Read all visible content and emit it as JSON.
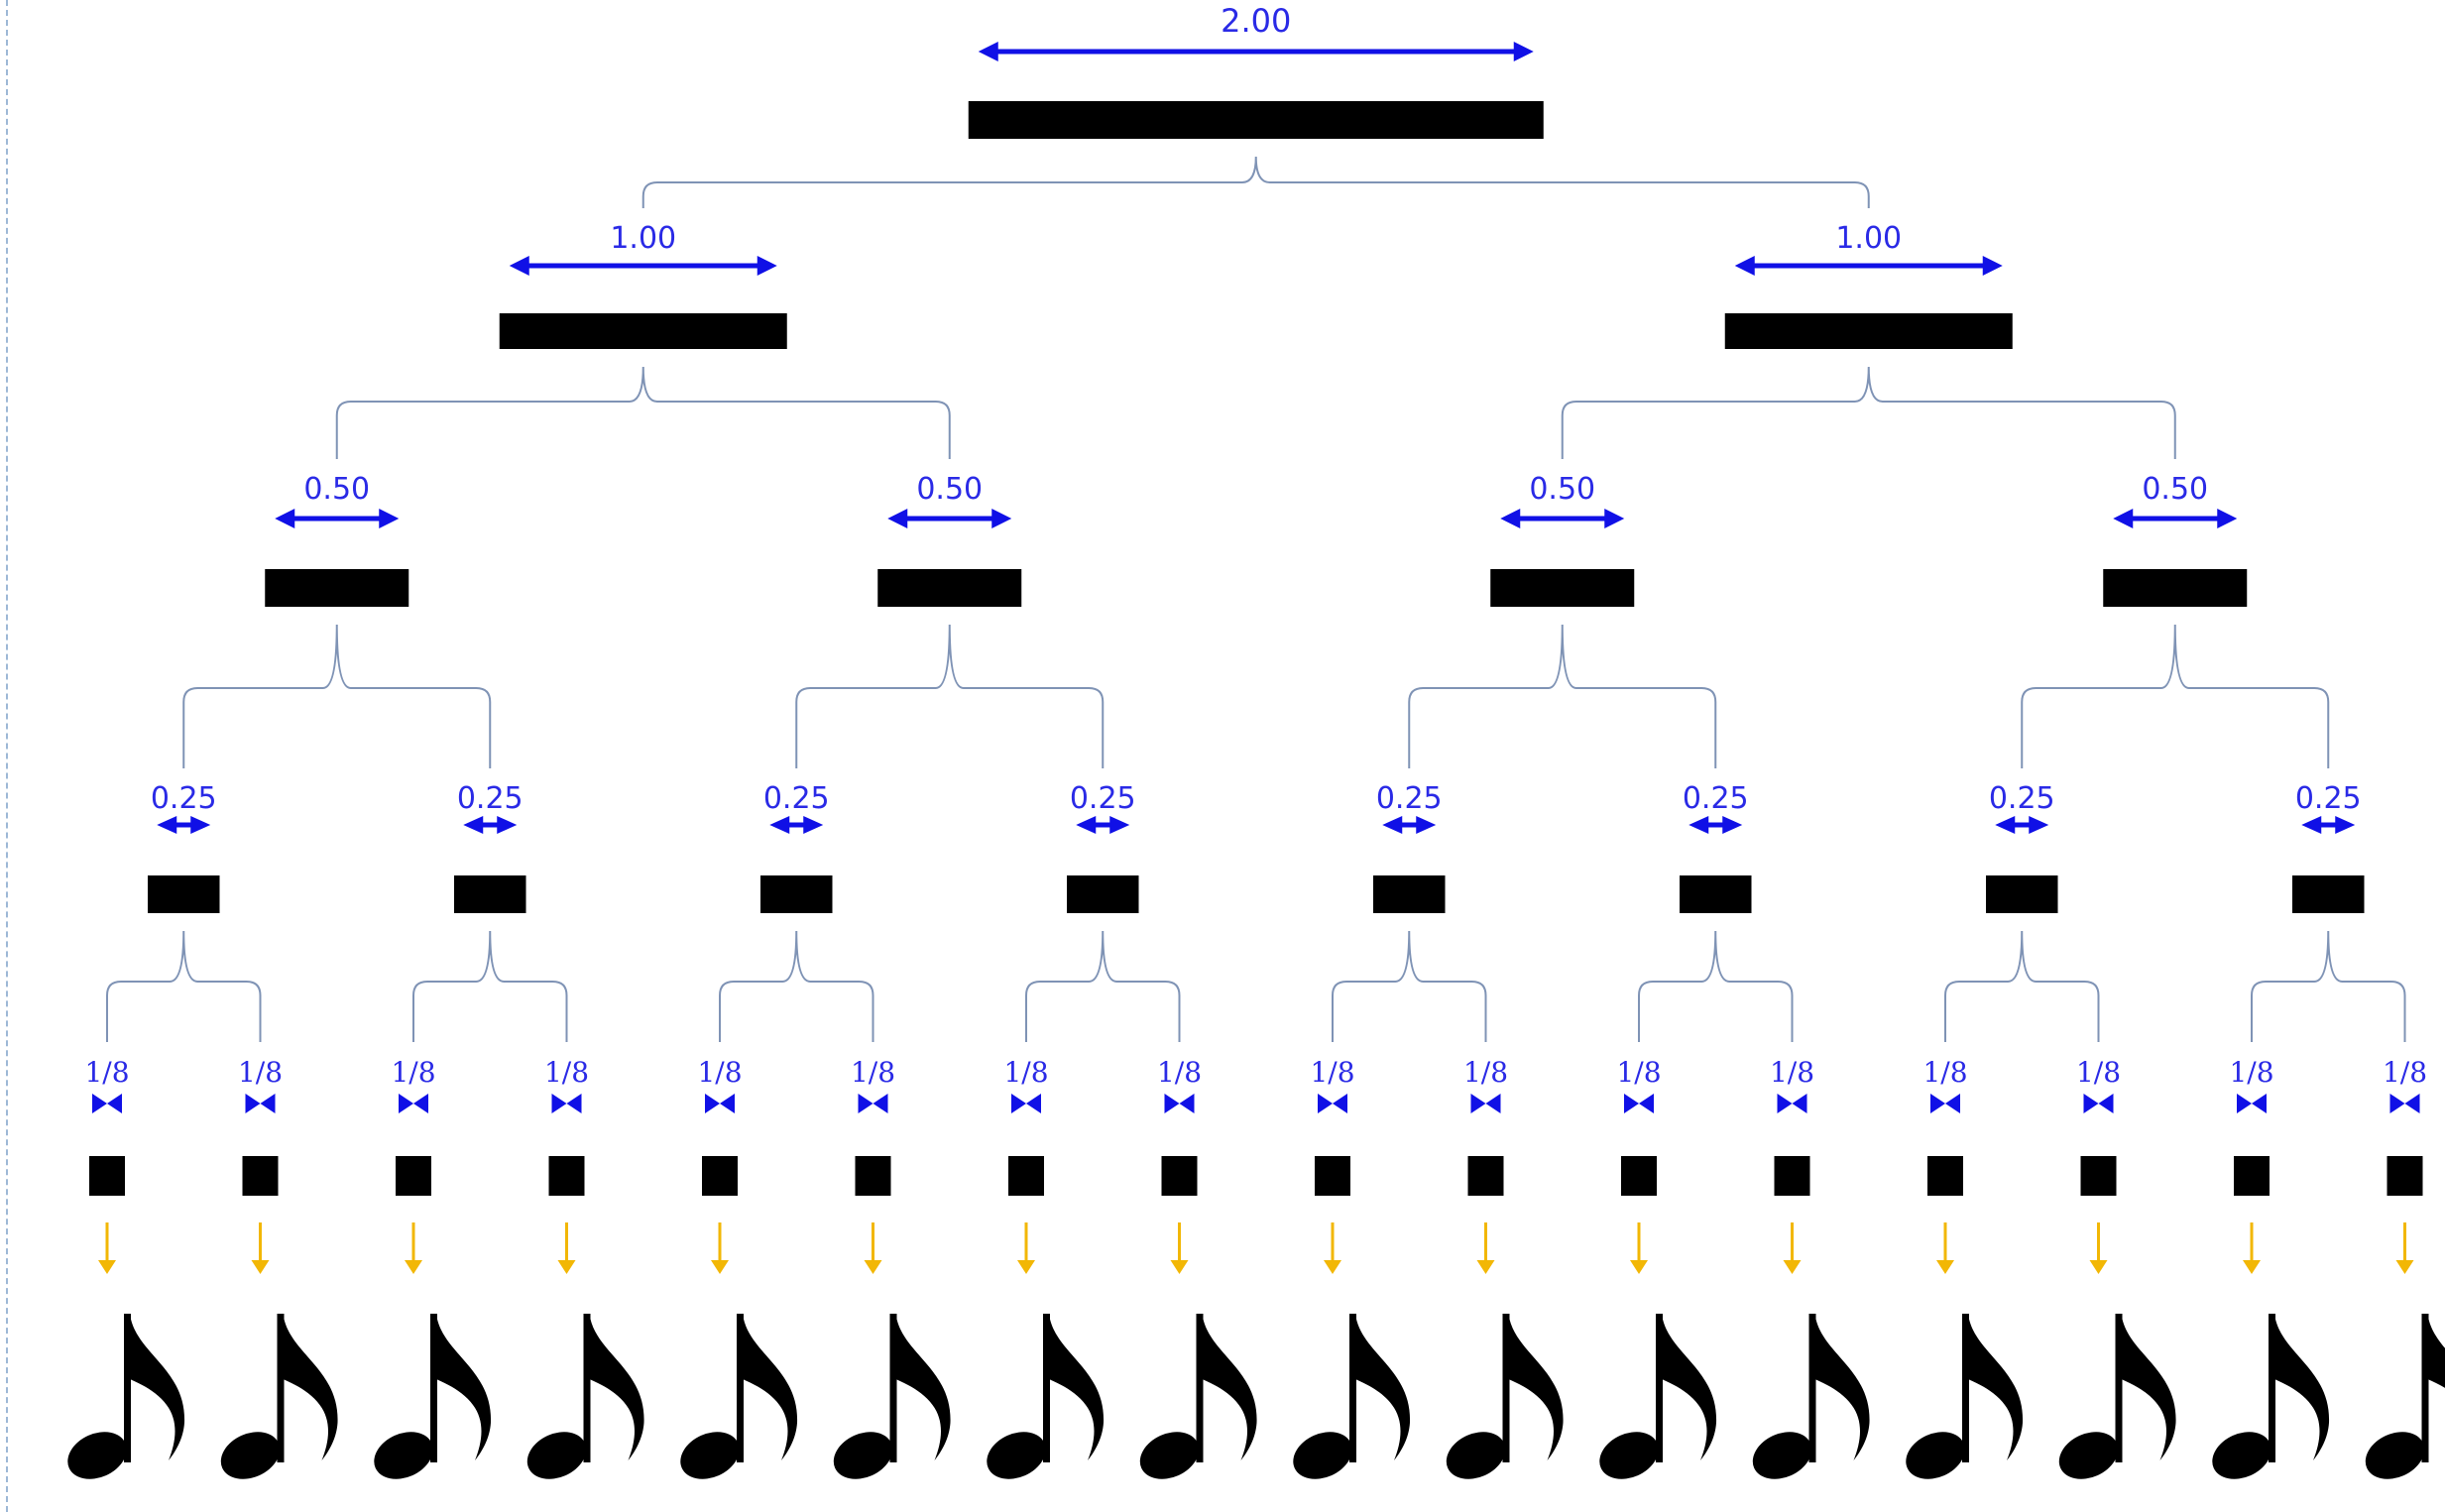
{
  "colors": {
    "label": "#2a2ae6",
    "arrow": "#1010e6",
    "bar": "#000000",
    "bracket": "#7f93b5",
    "down_arrow": "#f2b705",
    "note": "#000000"
  },
  "tree": {
    "levels": [
      {
        "depth": 0,
        "label": "2.00",
        "duration": 2.0,
        "count": 1
      },
      {
        "depth": 1,
        "label": "1.00",
        "duration": 1.0,
        "count": 2
      },
      {
        "depth": 2,
        "label": "0.50",
        "duration": 0.5,
        "count": 4
      },
      {
        "depth": 3,
        "label": "0.25",
        "duration": 0.25,
        "count": 8
      },
      {
        "depth": 4,
        "label": "1/8",
        "duration": 0.125,
        "count": 16
      }
    ],
    "leaf_symbol": "eighth-note-icon",
    "leaf_count": 16
  }
}
